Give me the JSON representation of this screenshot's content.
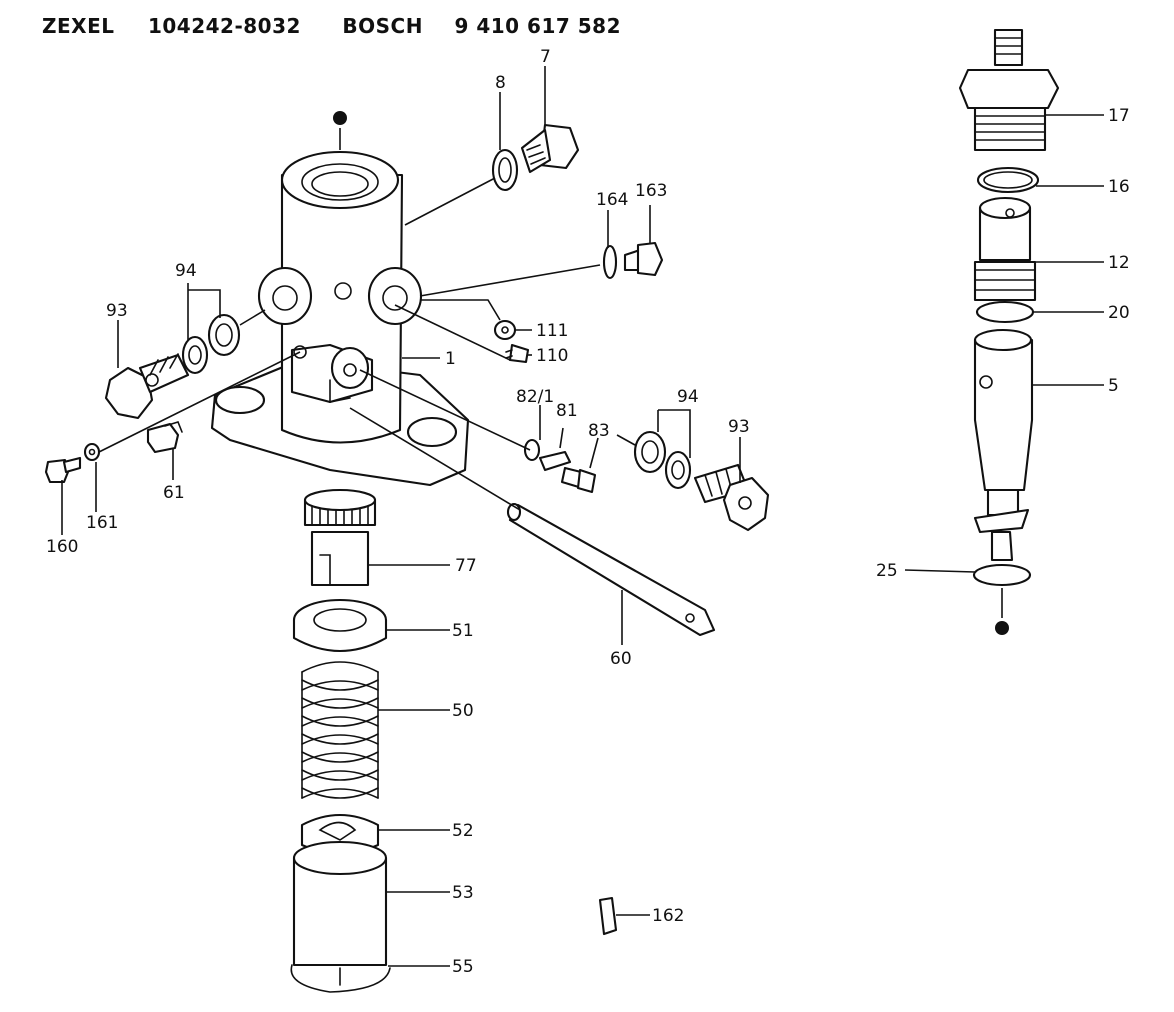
{
  "header": {
    "maker1": "ZEXEL",
    "part1": "104242-8032",
    "maker2": "BOSCH",
    "part2": "9 410 617 582"
  },
  "callouts": {
    "c7": "7",
    "c8": "8",
    "c164": "164",
    "c163": "163",
    "c94a": "94",
    "c93a": "93",
    "c111": "111",
    "c110": "110",
    "c1": "1",
    "c82_1": "82/1",
    "c81": "81",
    "c83": "83",
    "c94b": "94",
    "c93b": "93",
    "c61": "61",
    "c160": "160",
    "c161": "161",
    "c77": "77",
    "c51": "51",
    "c60": "60",
    "c50": "50",
    "c52": "52",
    "c53": "53",
    "c55": "55",
    "c162": "162",
    "c17": "17",
    "c16": "16",
    "c12": "12",
    "c20": "20",
    "c5": "5",
    "c25": "25"
  }
}
